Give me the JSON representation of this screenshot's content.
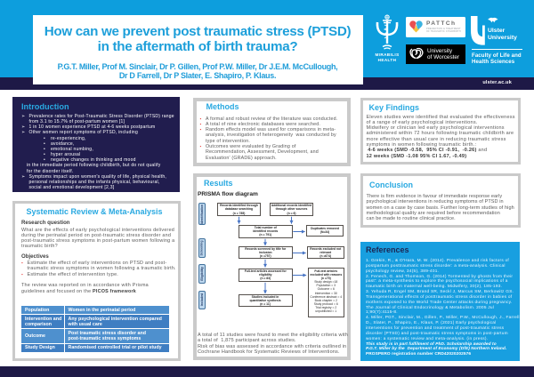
{
  "colors": {
    "header_cyan": "#0d9edd",
    "navy": "#1e1946",
    "heading_cyan": "#29a9e1",
    "title_blue": "#1d9fda",
    "author_blue": "#1f9dd9",
    "bullet_red": "#e8403c",
    "body_grey": "#595959",
    "border_grey": "#cacaca",
    "table_blue_light": "#4e90ce",
    "table_blue_dark": "#3f7ec2",
    "arrow_blue": "#4472c4",
    "prisma_label_fill": "#bdd7ee"
  },
  "header": {
    "title_lines": [
      "How can we prevent post traumatic stress (PTSD)",
      "in the aftermath of birth trauma?"
    ],
    "authors_lines": [
      "P.G.T. Miller, Prof M. Sinclair, Dr P. Gillen, Prof P.W. Miller, Dr J.E.M. McCullough,",
      "Dr D Farrell, Dr P Slater, E. Shapiro, P. Klaus."
    ],
    "website": "ulster.ac.uk"
  },
  "logos": {
    "mirabilis": {
      "lines": [
        "MIRABILIS",
        "HEALTH"
      ]
    },
    "pattch": {
      "acronym": "PATTCh",
      "subtitle": [
        "PREVENTION & TREATMENT",
        "OF TRAUMATIC CHILDBIRTH"
      ]
    },
    "worcester": {
      "lines": [
        "University",
        "of Worcester"
      ]
    },
    "ulster": {
      "lines": [
        "Ulster",
        "University"
      ],
      "faculty": [
        "Faculty of Life and",
        "Health Sciences"
      ]
    }
  },
  "introduction": {
    "heading": "Introduction",
    "marker": "➢",
    "sub_marker": "•",
    "bullet1": [
      "Prevalence rates for Post-Traumatic Stress Disorder (PTSD) range",
      "from 3.1 to 15.7% of post-partum women [1]"
    ],
    "bullet2": "1 in 10 women experience PTSD at 4-6 weeks postpartum",
    "bullet3": "Other women report symptoms of PTSD, including",
    "sub_bullets": [
      "re-experiencing,",
      "avoidance,",
      "emotional numbing,",
      "hyper arousal",
      "negative changes in thinking and mood"
    ],
    "bullet3_cont": [
      "in the immediate period following childbirth, but do not qualify",
      "for the disorder itself."
    ],
    "bullet4": [
      "Symptoms impact upon women's quality of life, physical health,",
      "personal relationships and the infants physical, behavioural,",
      "social and emotional development [2,3]"
    ]
  },
  "systematic_review": {
    "heading": "Systematic Review & Meta-Analysis",
    "research_question_heading": "Research question",
    "research_question": [
      "What are the effects of early psychological interventions delivered",
      "during the perinatal period on post-traumatic stress disorder and",
      "post-traumatic stress symptoms in post-partum women following a",
      "traumatic birth?"
    ],
    "objectives_heading": "Objectives",
    "objective1": [
      "Estimate the effect of early interventions on PTSD and post-",
      "traumatic stress symptoms in women following a traumatic birth."
    ],
    "objective2": "Estimate the effect of intervention type.",
    "picos_line1": "The review was reported on in accordance with Prisma",
    "picos_line2_normal": "guidelines and focused on the ",
    "picos_line2_bold": "PICOS framework",
    "table": {
      "rows": [
        {
          "label": "Population",
          "value": "Women in the perinatal period"
        },
        {
          "label": [
            "Intervention and",
            "comparison"
          ],
          "value": [
            "Any psychological intervention compared",
            "with usual care"
          ]
        },
        {
          "label": "Outcome",
          "value": [
            "Post traumatic stress disorder and",
            "post-traumatic stress symptoms"
          ]
        },
        {
          "label": "Study Design",
          "value": "Randomised controlled trial or pilot study"
        }
      ]
    }
  },
  "methods": {
    "heading": "Methods",
    "bullet_marker": "▪",
    "bullets": [
      "A formal and robust review of the literature was conducted.",
      "A total of nine electronic databases were searched.",
      [
        "Random effects model was used for comparisons in meta-",
        "analysis, investigation of heterogeneity  was conducted by",
        "type of intervention."
      ],
      [
        "Outcomes were evaluated by Grading of",
        "Recommendation, Assessment, Development, and",
        "Evaluation' (GRADE) approach."
      ]
    ]
  },
  "results": {
    "heading": "Results",
    "diagram_title": "PRISMA flow diagram",
    "prisma": {
      "stage_labels": [
        "Identification",
        "Screening",
        "Eligibility",
        "Included"
      ],
      "box_identified_db": [
        "Records identified through",
        "database searching",
        "(n = 785)"
      ],
      "box_additional": [
        "Additional records identified",
        "through other sources",
        "(n = 6)"
      ],
      "box_total": [
        "Total number of",
        "identified records",
        "(n = 791)"
      ],
      "box_duplicates": [
        "Duplicates removed",
        "(N=34)"
      ],
      "box_screened": [
        "Records screened by title for",
        "inclusion",
        "(n =757)"
      ],
      "box_excluded_screen": [
        "Records excluded not",
        "relevant",
        "(n =674)"
      ],
      "box_fulltext": [
        "Full-text articles assessed for",
        "eligibility",
        "(n = 83)"
      ],
      "box_excluded_full_title": [
        "Full-text articles",
        "excluded with reasons",
        "(n =70)"
      ],
      "box_excluded_full_reasons": [
        "Study design =18",
        "Population = 3",
        "Outcome = 6",
        "Intervention = 30",
        "Conference abstract = 4",
        "Book chapter = 2",
        "Study protocol = 6",
        "Trial registry = 2",
        "unpublished = 1"
      ],
      "box_included": [
        "Studies included in",
        "quantitative synthesis",
        "(n = 11)"
      ]
    },
    "note1": [
      "A total of 11 studies were found to meet the eligibility criteria with",
      "a total of  1,875 participant across studies."
    ],
    "note2": [
      "Risk of bias was assessed in accordance with criteria outlined in",
      "Cochrane Handbook for Systematic Reviews of Interventions."
    ]
  },
  "key_findings": {
    "heading": "Key Findings",
    "body": [
      "Eleven studies were identified that evaluated the effectiveness",
      "of a range of early psychological interventions.",
      "Midwifery or clinician led early psychological interventions",
      "administered within 72 hours following traumatic childbirth are",
      "more effective than usual care in reducing traumatic stress",
      "symptoms in women following traumatic birth.:"
    ],
    "stat1_bold": " 4-6 weeks (SMD -0.58,  95% CI -0.91,  -0.26)",
    "stat1_tail": " and",
    "stat2_bold": "12 weeks (SMD -1.08 95% CI 1.67, -0.49)"
  },
  "conclusion": {
    "heading": "Conclusion",
    "body": [
      "There is firm evidence in favour of immediate response early",
      "psychological interventions in reducing symptoms of PTSD in",
      "women on a case by case basis. Further long-term studies of high",
      "methodological quality are required before recommendation",
      "can be made to routine clinical practice."
    ]
  },
  "references": {
    "heading": "References",
    "items": [
      [
        "1. Grekin, R., & O'Hara, M. W. (2014). Prevalence and risk factors of",
        "postpartum posttraumatic stress disorder: a meta-analysis. Clinical",
        "psychology review, 34(5), 389-401."
      ],
      [
        "2. Fenech, G. and Thomson, G. (2014) Tormented by ghosts from their",
        "past': a meta-synthesis to explore the psychosocial implications of a",
        "traumatic birth on maternal well-being. Midwifery, 30(2), 185-193."
      ],
      [
        "3. Yehuda R, Engel SM, Brand SR, Seckl J, Marcus SM, Berkowitz GS.",
        "Transgenerational effects of posttraumatic stress disorder in babies of",
        "mothers exposed to the World Trade Center attacks during pregnancy.",
        "The Journal of Clinical Endocrinology & Metabolism. 2005 Jul",
        "1;90(7):4115-8."
      ],
      [
        "4. Miller, PGT., Sinclair, M., Gillen, P., Miller, P.W., McCullough, J., Farrell,",
        "D., Slater, P., Shapiro, E., Klaus, P. (2021) Early psychological",
        "interventions for prevention and treatment of post-traumatic stress",
        "disorder (PTSD) and post-traumatic stress symptoms in post-partum",
        "women: a systematic review and meta-analysis. (in press)."
      ]
    ],
    "note_italic": [
      "This study is in part fulfilment of PhD. Scholarship awarded to",
      "P.G.T. Miller by the  Department of Economy (DfE) Northern Ireland."
    ],
    "prospero": "PROSPERO registration number CRD42020202576"
  }
}
